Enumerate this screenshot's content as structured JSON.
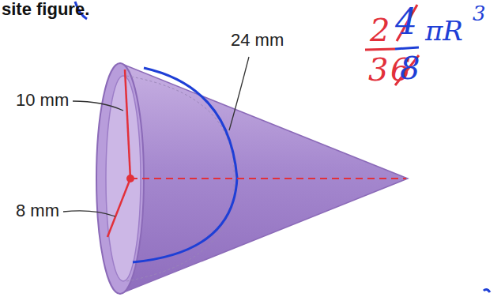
{
  "diagram": {
    "labels": [
      "site figure.",
      "10 mm",
      "24 mm",
      "8 mm",
      "2",
      "4",
      "πR",
      "3",
      "3",
      "6",
      "8"
    ]
  }
}
